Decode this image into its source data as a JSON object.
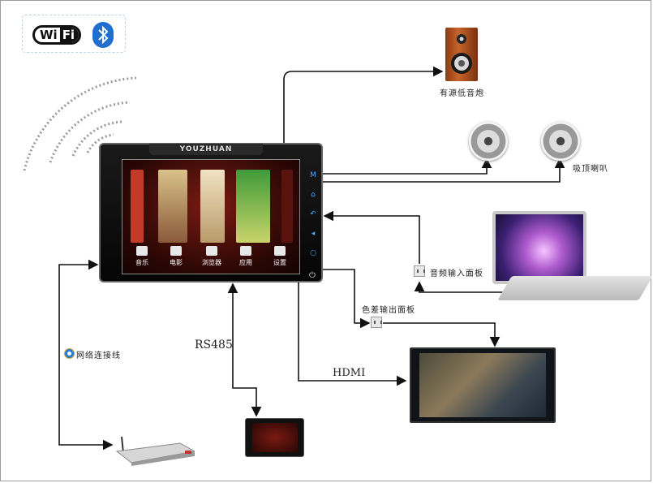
{
  "badges": {
    "wifi_wi": "Wi",
    "wifi_fi": "Fi"
  },
  "tablet": {
    "brand": "YOUZHUAN",
    "menu": [
      "音乐",
      "电影",
      "浏览器",
      "应用",
      "设置"
    ],
    "side_buttons": [
      "M",
      "⌂",
      "↶",
      "◂",
      "○"
    ]
  },
  "labels": {
    "subwoofer": "有源低音炮",
    "ceiling_speaker": "吸顶喇叭",
    "audio_input_panel": "音频输入面板",
    "component_output_panel": "色差输出面板",
    "network_cable": "网络连接线",
    "rs485": "RS485",
    "hdmi": "HDMI"
  },
  "colors": {
    "bluetooth": "#1e6fd0",
    "screen_bg": "#7a1a12",
    "side_button": "#4aa8ff"
  },
  "icons": {
    "wifi": "wifi-logo-icon",
    "bluetooth": "bluetooth-icon",
    "wireless": "wireless-signal-icon",
    "network": "ie-icon"
  }
}
